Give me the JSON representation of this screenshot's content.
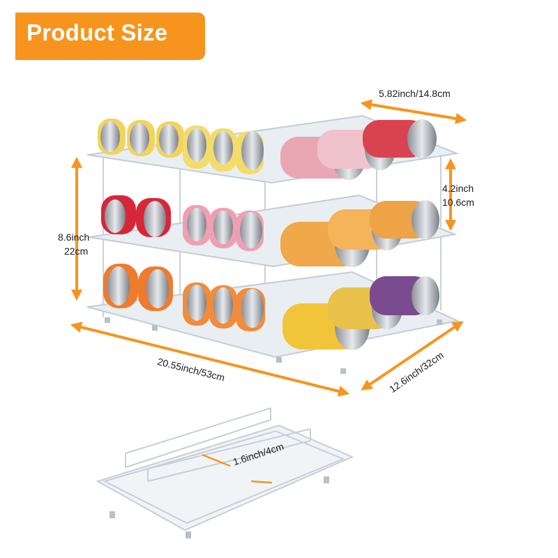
{
  "title": "Product Size",
  "colors": {
    "accent": "#F7941D",
    "shelf": "#D8DEE6",
    "label_text": "#1A1A1A"
  },
  "dimensions": {
    "top_depth": "5.82inch/14.8cm",
    "tier_height_in": "4.2inch",
    "tier_height_cm": "10.6cm",
    "total_height_in": "8.6inch",
    "total_height_cm": "22cm",
    "width": "20.55inch/53cm",
    "depth": "12.6inch/32cm",
    "rail_height": "1.6inch/4cm"
  }
}
